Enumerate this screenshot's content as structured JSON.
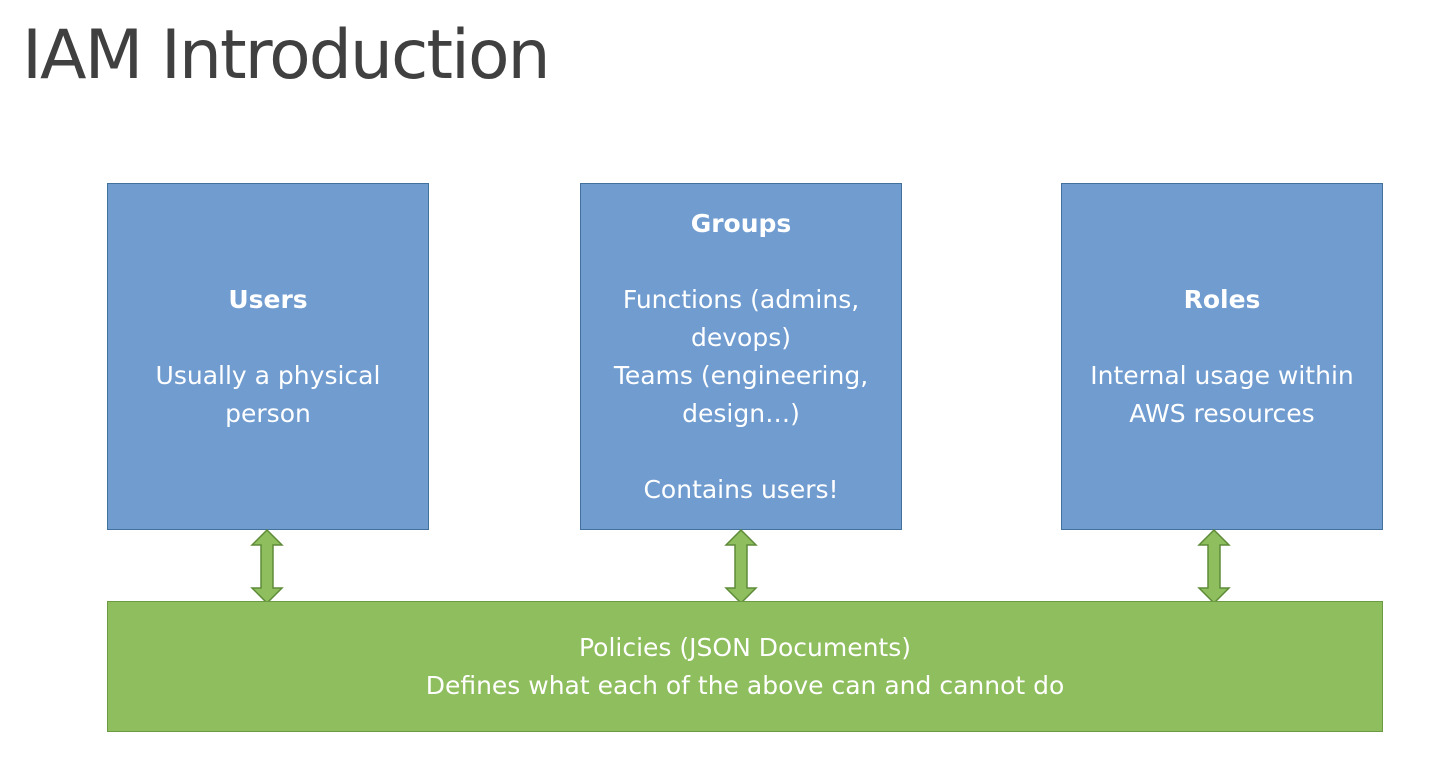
{
  "slide": {
    "title": "IAM Introduction"
  },
  "boxes": {
    "users": {
      "heading": "Users",
      "lines": [
        "Usually a physical",
        "person"
      ]
    },
    "groups": {
      "heading": "Groups",
      "lines": [
        "Functions (admins,",
        "devops)",
        "Teams (engineering,",
        "design…)"
      ],
      "footer": "Contains users!"
    },
    "roles": {
      "heading": "Roles",
      "lines": [
        "Internal usage within",
        "AWS resources"
      ]
    }
  },
  "policies": {
    "line1": "Policies (JSON Documents)",
    "line2": "Defines what each of the above can and cannot do"
  },
  "colors": {
    "entity_box_fill": "#709cd0",
    "entity_box_border": "#41719c",
    "policies_fill": "#8ebe5e",
    "arrow_fill": "#8ebe5e",
    "arrow_border": "#5e8b38",
    "title_text": "#404040"
  }
}
